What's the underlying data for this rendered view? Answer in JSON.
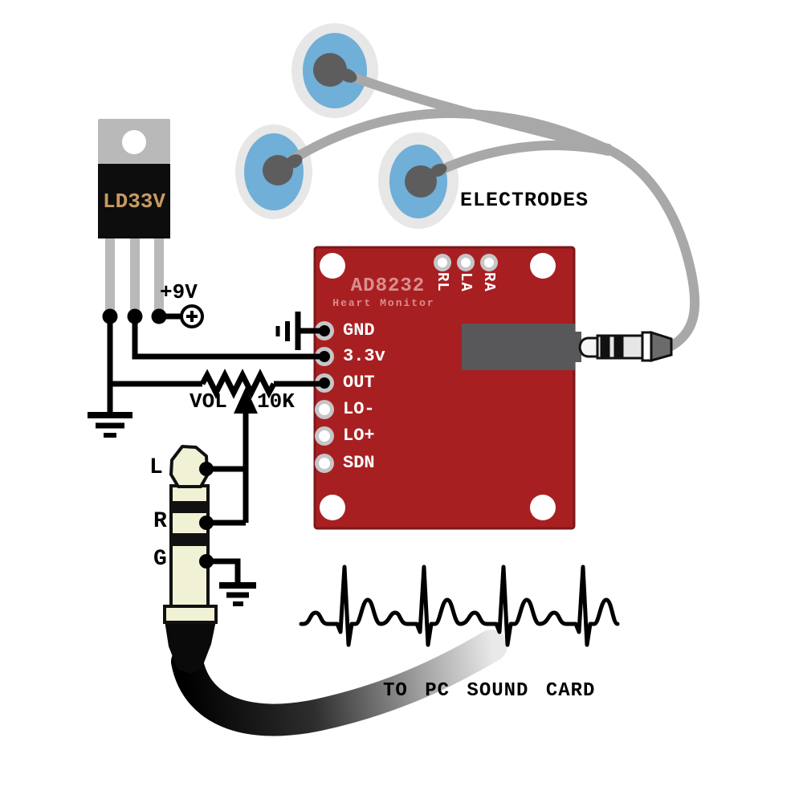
{
  "regulator": {
    "label": "LD33V"
  },
  "power_supply": {
    "label": "+9V"
  },
  "electrodes": {
    "label": "ELECTRODES"
  },
  "board": {
    "chip_name": "AD8232",
    "chip_subtitle": "Heart Monitor",
    "top_pins": [
      "RL",
      "LA",
      "RA"
    ],
    "left_pins": [
      "GND",
      "3.3v",
      "OUT",
      "LO-",
      "LO+",
      "SDN"
    ]
  },
  "potentiometer": {
    "name": "VOL",
    "value": "10K"
  },
  "pc_plug": {
    "contacts": [
      "L",
      "R",
      "G"
    ]
  },
  "caption": {
    "label": "TO PC SOUND CARD"
  },
  "colors": {
    "board_red": "#a81f22",
    "board_edge": "#7c1719",
    "silkscreen_pink": "#d98f8d",
    "regulator_text": "#c79a62",
    "electrode_blue": "#6fafd8",
    "electrode_ring": "#e7e7e7",
    "electrode_snap": "#5d5d5d",
    "lead_wire_gray": "#a8a8a8",
    "plug_cream": "#f1f1d6",
    "jack_socket_gray": "#58585a",
    "metal_pad_silver": "#c6c6c6",
    "wire_black": "#000000"
  }
}
